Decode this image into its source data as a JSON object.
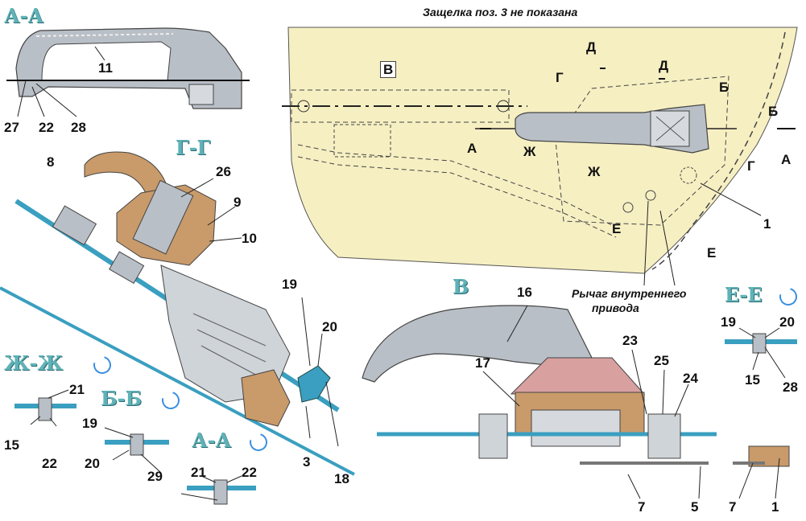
{
  "note_top": "Защелка поз. 3 не показана",
  "lever_note": [
    "Рычаг внутреннего",
    "привода"
  ],
  "sections": {
    "aa_top": "А-А",
    "gg": "Г-Г",
    "zhzh": "Ж-Ж",
    "bb": "Б-Б",
    "aa_bottom": "А-А",
    "v": "В",
    "ee": "Е-Е"
  },
  "view_marks": {
    "v": "В",
    "d1": "Д",
    "d2": "Д",
    "g1": "Г",
    "g2": "Г",
    "b1": "Б",
    "b2": "Б",
    "a1": "А",
    "a2": "А",
    "zh1": "Ж",
    "zh2": "Ж",
    "e1": "Е",
    "e2": "Е"
  },
  "numbers": {
    "n11": "11",
    "n27": "27",
    "n22a": "22",
    "n28a": "28",
    "n8": "8",
    "n26": "26",
    "n9": "9",
    "n10": "10",
    "n19a": "19",
    "n20a": "20",
    "n3": "3",
    "n18": "18",
    "n21a": "21",
    "n15a": "15",
    "n22b": "22",
    "n19b": "19",
    "n20b": "20",
    "n29": "29",
    "n21b": "21",
    "n22c": "22",
    "n1a": "1",
    "n16": "16",
    "n17": "17",
    "n23": "23",
    "n25": "25",
    "n24": "24",
    "n7a": "7",
    "n5": "5",
    "n7b": "7",
    "n1b": "1",
    "n19c": "19",
    "n20c": "20",
    "n15b": "15",
    "n28b": "28"
  },
  "colors": {
    "panel": "#f6efc2",
    "metal": "#b9bfc6",
    "brown": "#c99a6a",
    "pink": "#d9a0a0",
    "teal": "#3a9fc0",
    "section_title": "#5fb3b8",
    "rotation_icon": "#3a8fe0"
  }
}
